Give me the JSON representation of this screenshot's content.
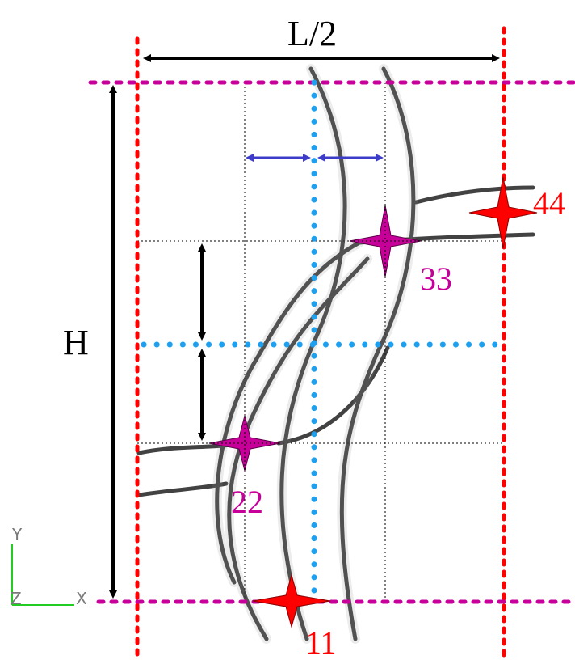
{
  "dimensions": {
    "width_label": "L/2",
    "height_label": "H"
  },
  "points": [
    {
      "label": "11",
      "color": "#ff0000"
    },
    {
      "label": "22",
      "color": "#c8009a"
    },
    {
      "label": "33",
      "color": "#c8009a"
    },
    {
      "label": "44",
      "color": "#ff0000"
    }
  ],
  "axes": {
    "y_label": "Y",
    "z_label": "Z",
    "x_label": "X"
  },
  "colors": {
    "boundary_red": "#ff0000",
    "boundary_magenta": "#c8009a",
    "center_blue": "#1ea0ef",
    "offset_arrow_blue": "#3c3cc8",
    "fiber": "#111111",
    "axis_green": "#22cc22"
  }
}
